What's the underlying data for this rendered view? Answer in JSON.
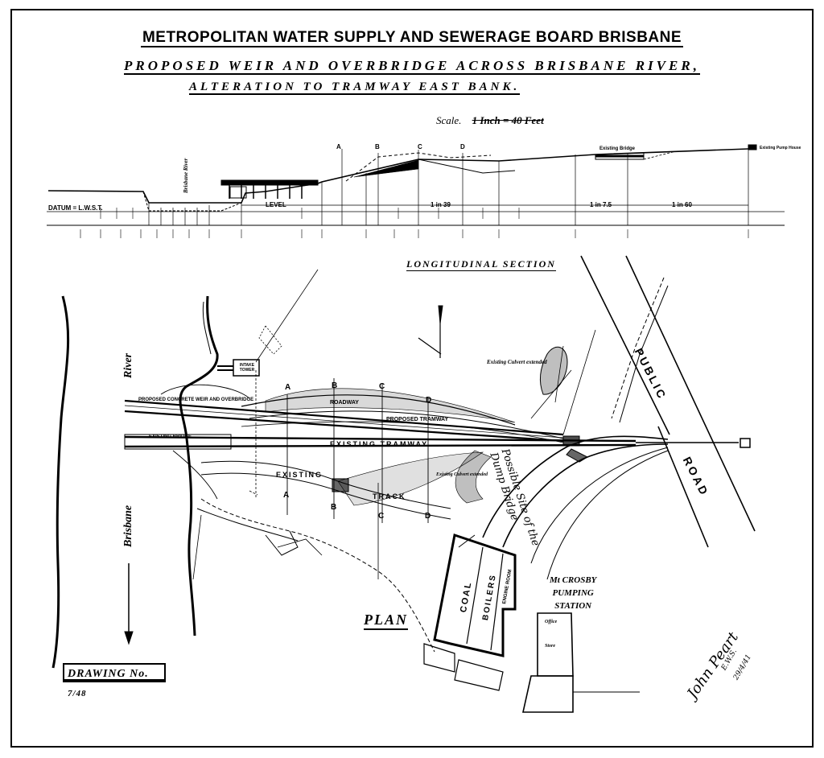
{
  "header": {
    "org_title": "METROPOLITAN WATER SUPPLY AND SEWERAGE BOARD BRISBANE",
    "project_title": "PROPOSED WEIR AND OVERBRIDGE ACROSS BRISBANE RIVER,",
    "sub_title": "ALTERATION TO TRAMWAY EAST BANK.",
    "scale_label": "Scale.",
    "scale_value": "1 Inch = 40 Feet"
  },
  "section": {
    "title": "LONGITUDINAL SECTION",
    "datum": "DATUM = L.W.S.T.",
    "level": "LEVEL",
    "grade1": "1 in 39",
    "grade2": "1 in 7.5",
    "grade3": "1 in 60",
    "river_label": "Brisbane River",
    "existing_bridge": "Existing Bridge",
    "existing_house": "Existing Pump House",
    "markers": [
      "A",
      "B",
      "C",
      "D"
    ]
  },
  "plan": {
    "title": "PLAN",
    "river_top": "River",
    "river_bottom": "Brisbane",
    "weir_label": "PROPOSED CONCRETE WEIR AND OVERBRIDGE",
    "existing_bridge": "EXISTING BRIDGE",
    "roadway": "ROADWAY",
    "proposed_tramway": "PROPOSED TRAMWAY",
    "existing_tramway": "EXISTING TRAMWAY",
    "existing_track_1": "EXISTING",
    "existing_track_2": "TRACK",
    "intake_tower": "INTAKE TOWER",
    "culvert_1": "Existing Culvert extended",
    "culvert_2": "Existing Culvert extended",
    "public": "PUBLIC",
    "road": "ROAD",
    "station_1": "Mt CROSBY",
    "station_2": "PUMPING",
    "station_3": "STATION",
    "coal": "COAL",
    "boilers": "BOILERS",
    "engine_room": "ENGINE ROOM",
    "office": "Office",
    "store": "Store",
    "handnote": "Possible Site of the Dump Bridge",
    "markers_top": [
      "A",
      "B",
      "C",
      "D"
    ],
    "markers_bottom": [
      "A",
      "B",
      "C",
      "D"
    ]
  },
  "footer": {
    "drawing_label": "DRAWING No.",
    "drawing_number": "7/48",
    "signature": "John Peart",
    "sign_note": "E.W.S.",
    "sign_date": "29/4/41"
  }
}
